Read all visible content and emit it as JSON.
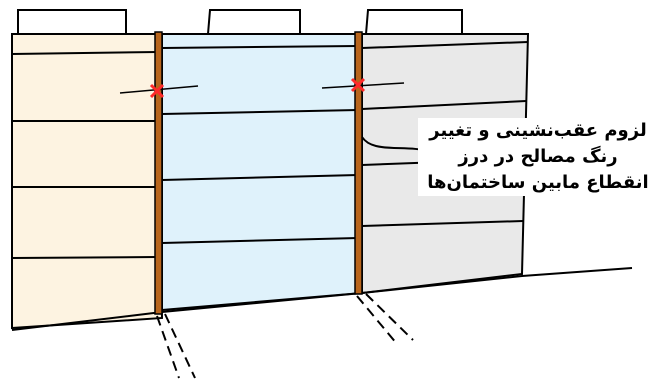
{
  "annotation": {
    "lines": [
      "لزوم عقب‌نشینی و تغییر",
      "رنگ مصالح در درز",
      "انقطاع مابین ساختمان‌ها"
    ]
  },
  "colors": {
    "left_building": "#fdf3e1",
    "middle_building": "#dff2fb",
    "right_building": "#e9e9e9",
    "joint": "#b8651c",
    "marker": "#ff2a2a",
    "outline": "#000000"
  }
}
